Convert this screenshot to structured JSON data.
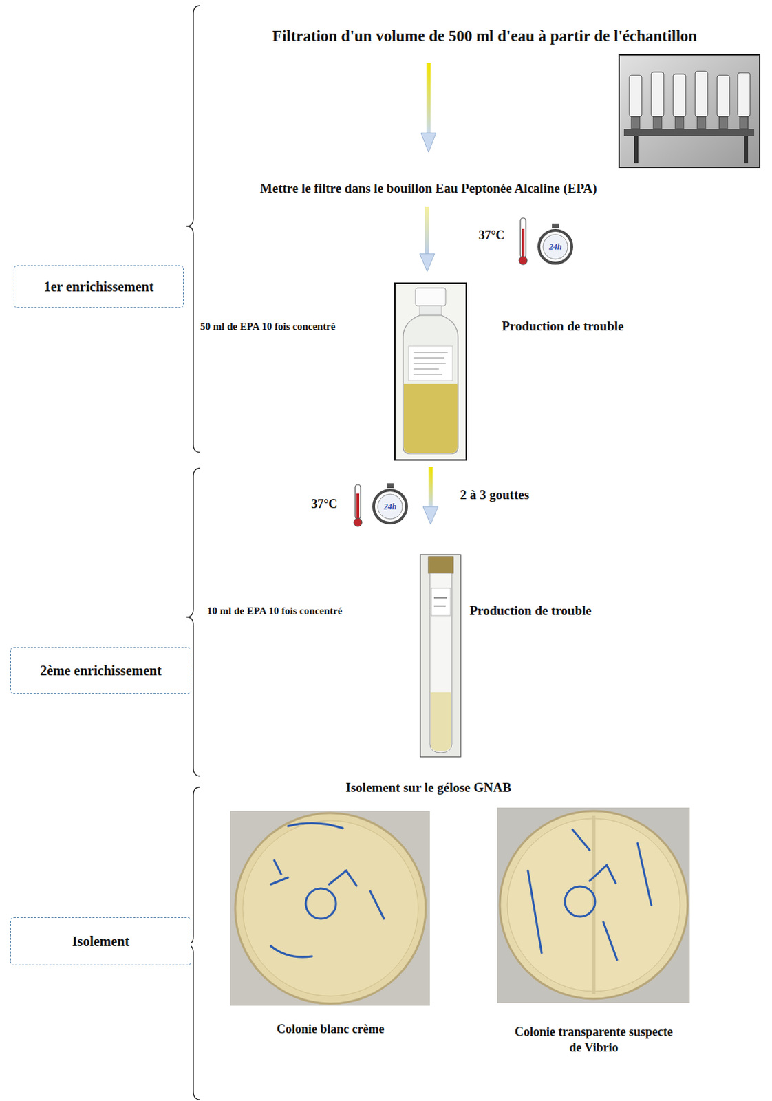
{
  "diagram": {
    "nodes": [
      {
        "text": [
          "1er enrichissement"
        ]
      },
      {
        "text": [
          "2ème enrichissement"
        ]
      },
      {
        "text": [
          "Isolement"
        ]
      }
    ],
    "labels": [
      "Filtration d'un volume de 500 ml d'eau à partir de l'échantillon",
      "Mettre le filtre dans le bouillon Eau Peptonée Alcaline (EPA)",
      "37°C",
      "24h",
      "50 ml de EPA 10 fois concentré",
      "Production de trouble",
      "37°C",
      "24h",
      "2 à 3 gouttes",
      "10 ml de EPA 10 fois concentré",
      "Production de trouble",
      "Isolement sur le gélose GNAB",
      "Colonie blanc crème",
      "Colonie transparente suspecte de Vibrio"
    ]
  }
}
